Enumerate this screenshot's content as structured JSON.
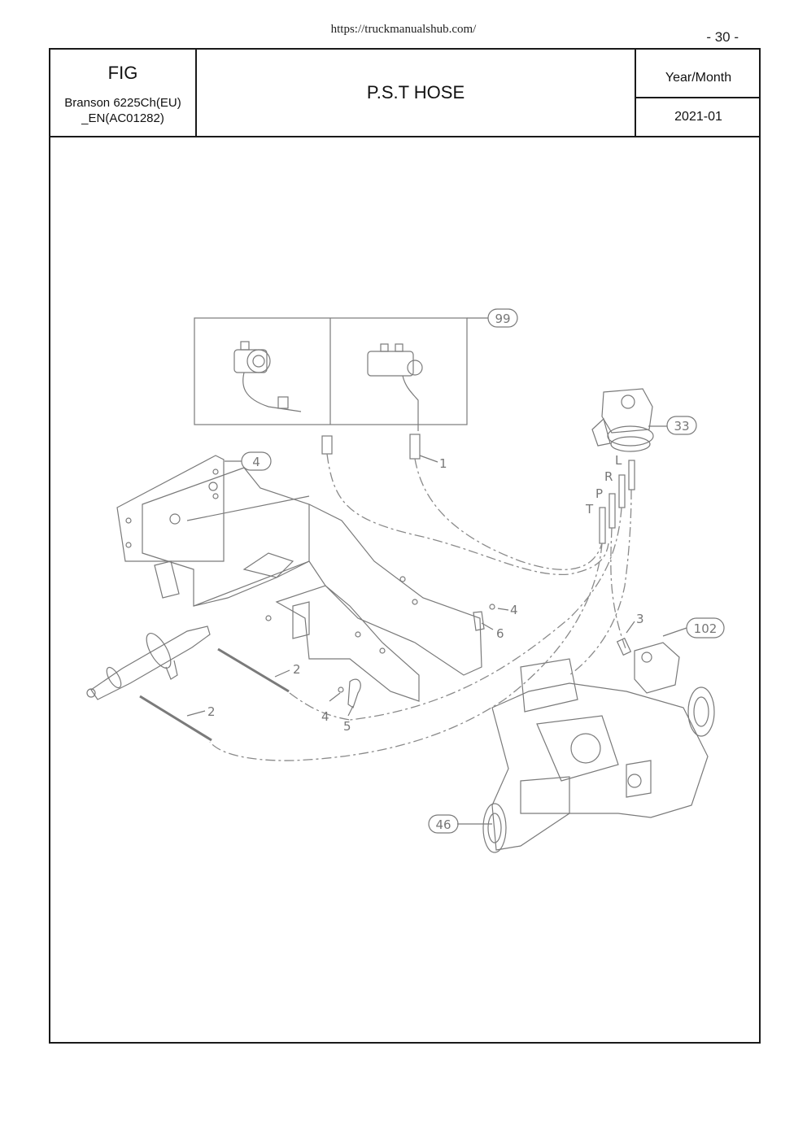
{
  "source_url": "https://truckmanualshub.com/",
  "page_number": "- 30 -",
  "header": {
    "fig_label": "FIG",
    "model": "Branson 6225Ch(EU)\n_EN(AC01282)",
    "title": "P.S.T HOSE",
    "year_month_label": "Year/Month",
    "date": "2021-01"
  },
  "diagram": {
    "callouts": {
      "c99": "99",
      "c33": "33",
      "c4": "4",
      "c102": "102",
      "c46": "46"
    },
    "labels": {
      "l1": "1",
      "l2a": "2",
      "l2b": "2",
      "l3": "3",
      "l4a": "4",
      "l4b": "4",
      "l5": "5",
      "l6": "6",
      "portL": "L",
      "portR": "R",
      "portP": "P",
      "portT": "T"
    }
  }
}
